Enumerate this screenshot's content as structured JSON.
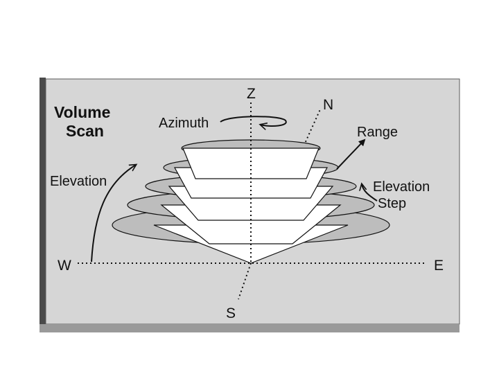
{
  "title": {
    "line1": "Volume",
    "line2": "Scan"
  },
  "labels": {
    "z": "Z",
    "n": "N",
    "s": "S",
    "w": "W",
    "e": "E",
    "azimuth": "Azimuth",
    "range": "Range",
    "elevation": "Elevation",
    "elevation_step_line1": "Elevation",
    "elevation_step_line2": "Step"
  },
  "colors": {
    "panel_fill": "#d6d6d6",
    "panel_border": "#5a5a5a",
    "panel_shadow": "#4a4a4a",
    "disc_fill": "#bdbdbd",
    "cone_fill": "#ffffff",
    "line": "#111111"
  },
  "elevation_tiers": 5
}
